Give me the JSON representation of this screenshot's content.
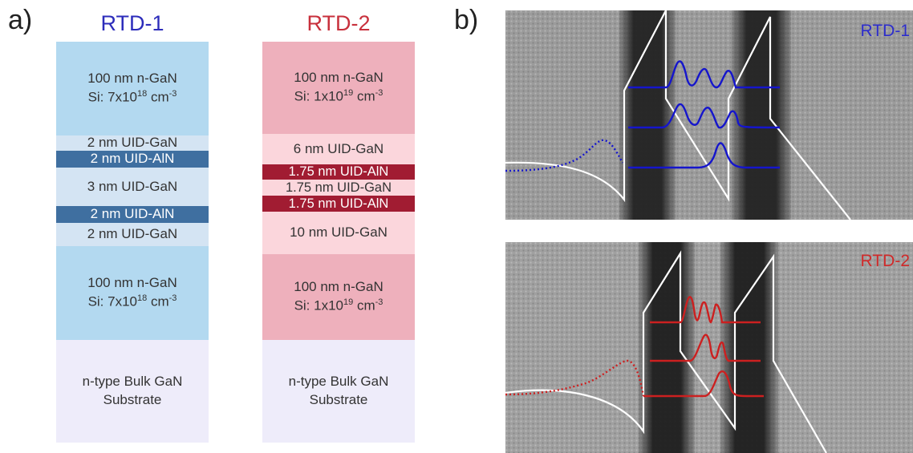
{
  "panel_a": {
    "label": "a)",
    "rtd1": {
      "title": "RTD-1",
      "title_color": "#2d2dbb",
      "layers": [
        {
          "main": "100 nm n-GaN",
          "doping": "Si: 7x10",
          "exp": "18",
          "unit": " cm",
          "unit_exp": "-3",
          "color": "#b3d9f0",
          "text": "light"
        },
        {
          "text_label": "2 nm UID-GaN",
          "color": "#d4e4f3"
        },
        {
          "text_label": "2 nm UID-AlN",
          "color": "#3f6fa0",
          "dark": true
        },
        {
          "text_label": "3 nm UID-GaN",
          "color": "#d4e4f3"
        },
        {
          "text_label": "2 nm UID-AlN",
          "color": "#3f6fa0",
          "dark": true
        },
        {
          "text_label": "2 nm UID-GaN",
          "color": "#d4e4f3"
        },
        {
          "main": "100 nm n-GaN",
          "doping": "Si: 7x10",
          "exp": "18",
          "unit": " cm",
          "unit_exp": "-3",
          "color": "#b3d9f0"
        },
        {
          "text_label": "n-type Bulk GaN\nSubstrate",
          "color": "#eeecfa"
        }
      ]
    },
    "rtd2": {
      "title": "RTD-2",
      "title_color": "#c8303c",
      "layers": [
        {
          "main": "100 nm n-GaN",
          "doping": "Si: 1x10",
          "exp": "19",
          "unit": " cm",
          "unit_exp": "-3",
          "color": "#eeb0bc"
        },
        {
          "text_label": "6 nm UID-GaN",
          "color": "#fbd6dc"
        },
        {
          "text_label": "1.75 nm UID-AlN",
          "color": "#a11c32",
          "dark": true
        },
        {
          "text_label": "1.75 nm UID-GaN",
          "color": "#fbd6dc"
        },
        {
          "text_label": "1.75 nm UID-AlN",
          "color": "#a11c32",
          "dark": true
        },
        {
          "text_label": "10 nm UID-GaN",
          "color": "#fbd6dc"
        },
        {
          "main": "100 nm n-GaN",
          "doping": "Si: 1x10",
          "exp": "19",
          "unit": " cm",
          "unit_exp": "-3",
          "color": "#eeb0bc"
        },
        {
          "text_label": "n-type Bulk GaN\nSubstrate",
          "color": "#eeecfa"
        }
      ]
    }
  },
  "panel_b": {
    "label": "b)",
    "top_image": {
      "label": "RTD-1",
      "label_color": "#2d2dcc",
      "curve_color": "#1515cc"
    },
    "bottom_image": {
      "label": "RTD-2",
      "label_color": "#d02a2a",
      "curve_color": "#cc2020"
    }
  }
}
